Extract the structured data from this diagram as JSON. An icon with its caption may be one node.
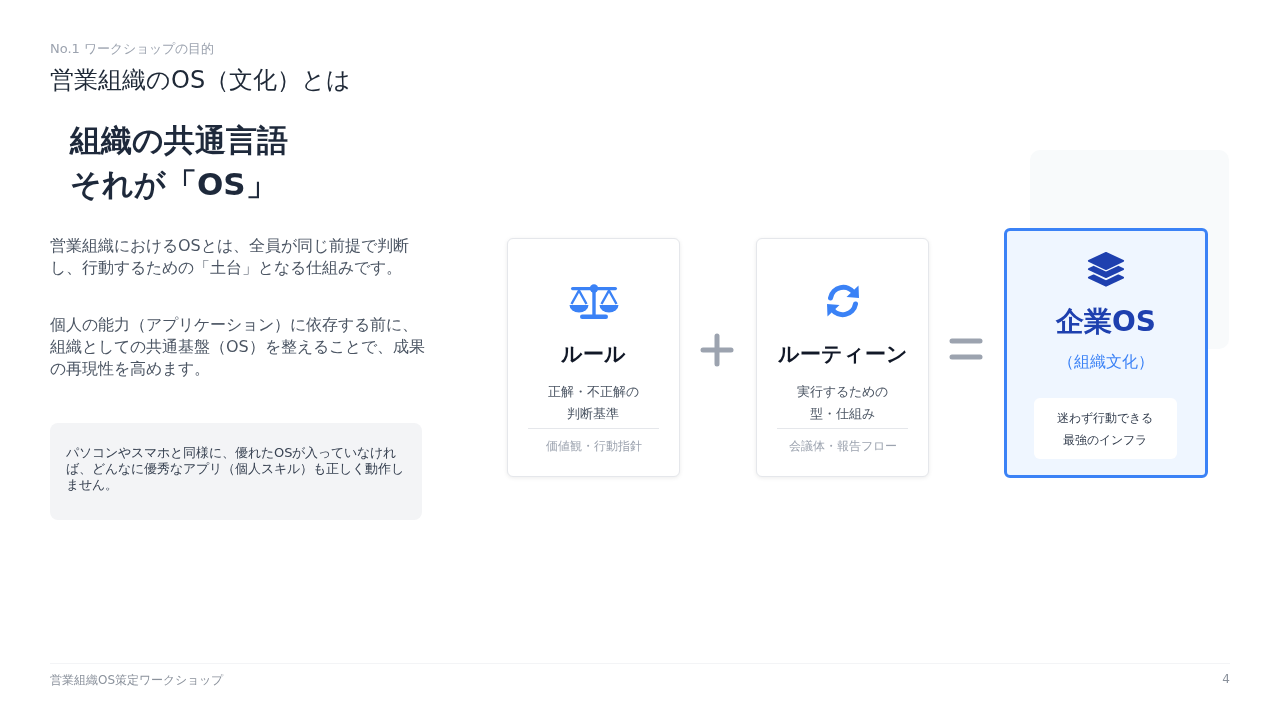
{
  "diagram": {
    "title": "営業組織のOS（文化）とは",
    "nodes": [
      {
        "text": [
          "パソコンやスマホと同様に、優れたOSが入っていなければ、どんなに優秀なアプリ（個人スキル）も正しく動作しません。"
        ]
      },
      {
        "text": [
          "ルール",
          "正解・不正解の判断基準",
          "価値観・行動指針"
        ]
      },
      {
        "text": [
          "ルーティーン",
          "実行するための型・仕組み",
          "会議体・報告フロー"
        ]
      },
      {
        "text": [
          "企業OS",
          "（組織文化）"
        ]
      },
      {
        "text": [
          "迷わず行動できる最強のインフラ"
        ],
        "in": 3
      }
    ],
    "labels": [
      "No.1 ワークショップの目的",
      "組織の共通言語それが「OS」",
      "営業組織におけるOSとは、全員が同じ前提で判断し、行動するための「土台」となる仕組みです。",
      "個人の能力（アプリケーション）に依存する前に、組織としての共通基盤（OS）を整えることで、成果の再現性を高めます。",
      "営業組織OS策定ワークショップ",
      "4"
    ]
  }
}
